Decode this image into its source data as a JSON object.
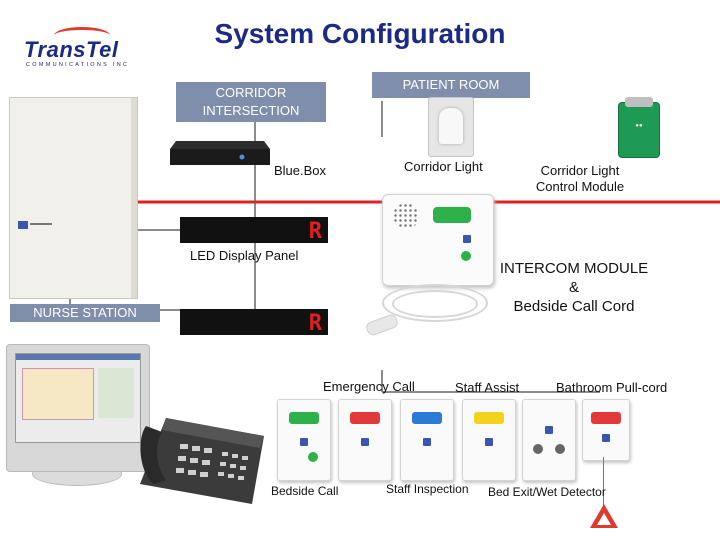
{
  "title": "System Configuration",
  "logo": {
    "name": "TransTel",
    "subtitle": "COMMUNICATIONS INC"
  },
  "labels": {
    "corridor_intersection": "CORRIDOR INTERSECTION",
    "patient_room": "PATIENT ROOM",
    "blue_box": "Blue.Box",
    "corridor_light": "Corridor Light",
    "corridor_light_control_module": "Corridor Light Control Module",
    "led_display_panel": "LED Display Panel",
    "intercom_line1": "INTERCOM MODULE",
    "intercom_line2": "&",
    "intercom_line3": "Bedside Call Cord",
    "nurse_station": "NURSE STATION",
    "emergency_call": "Emergency Call",
    "staff_assist": "Staff Assist",
    "bathroom_pull_cord": "Bathroom Pull-cord",
    "bedside_call": "Bedside Call",
    "staff_inspection": "Staff Inspection",
    "bed_exit_wet_detector": "Bed Exit/Wet Detector"
  },
  "led_char": "R",
  "colors": {
    "title": "#1a2a86",
    "link_red": "#e02020",
    "link_gray": "#666666",
    "label_box": "#7f8eab",
    "green_button": "#2db24a",
    "red_button": "#e23a3a",
    "blue_button": "#2a7bd6",
    "yellow_button": "#f2d21a"
  },
  "icons": [
    "controller-panel-icon",
    "blue-box-device-icon",
    "led-panel-icon",
    "ceiling-light-icon",
    "control-module-icon",
    "intercom-module-icon",
    "computer-monitor-icon",
    "desk-phone-icon",
    "call-station-icon",
    "pull-cord-icon"
  ]
}
